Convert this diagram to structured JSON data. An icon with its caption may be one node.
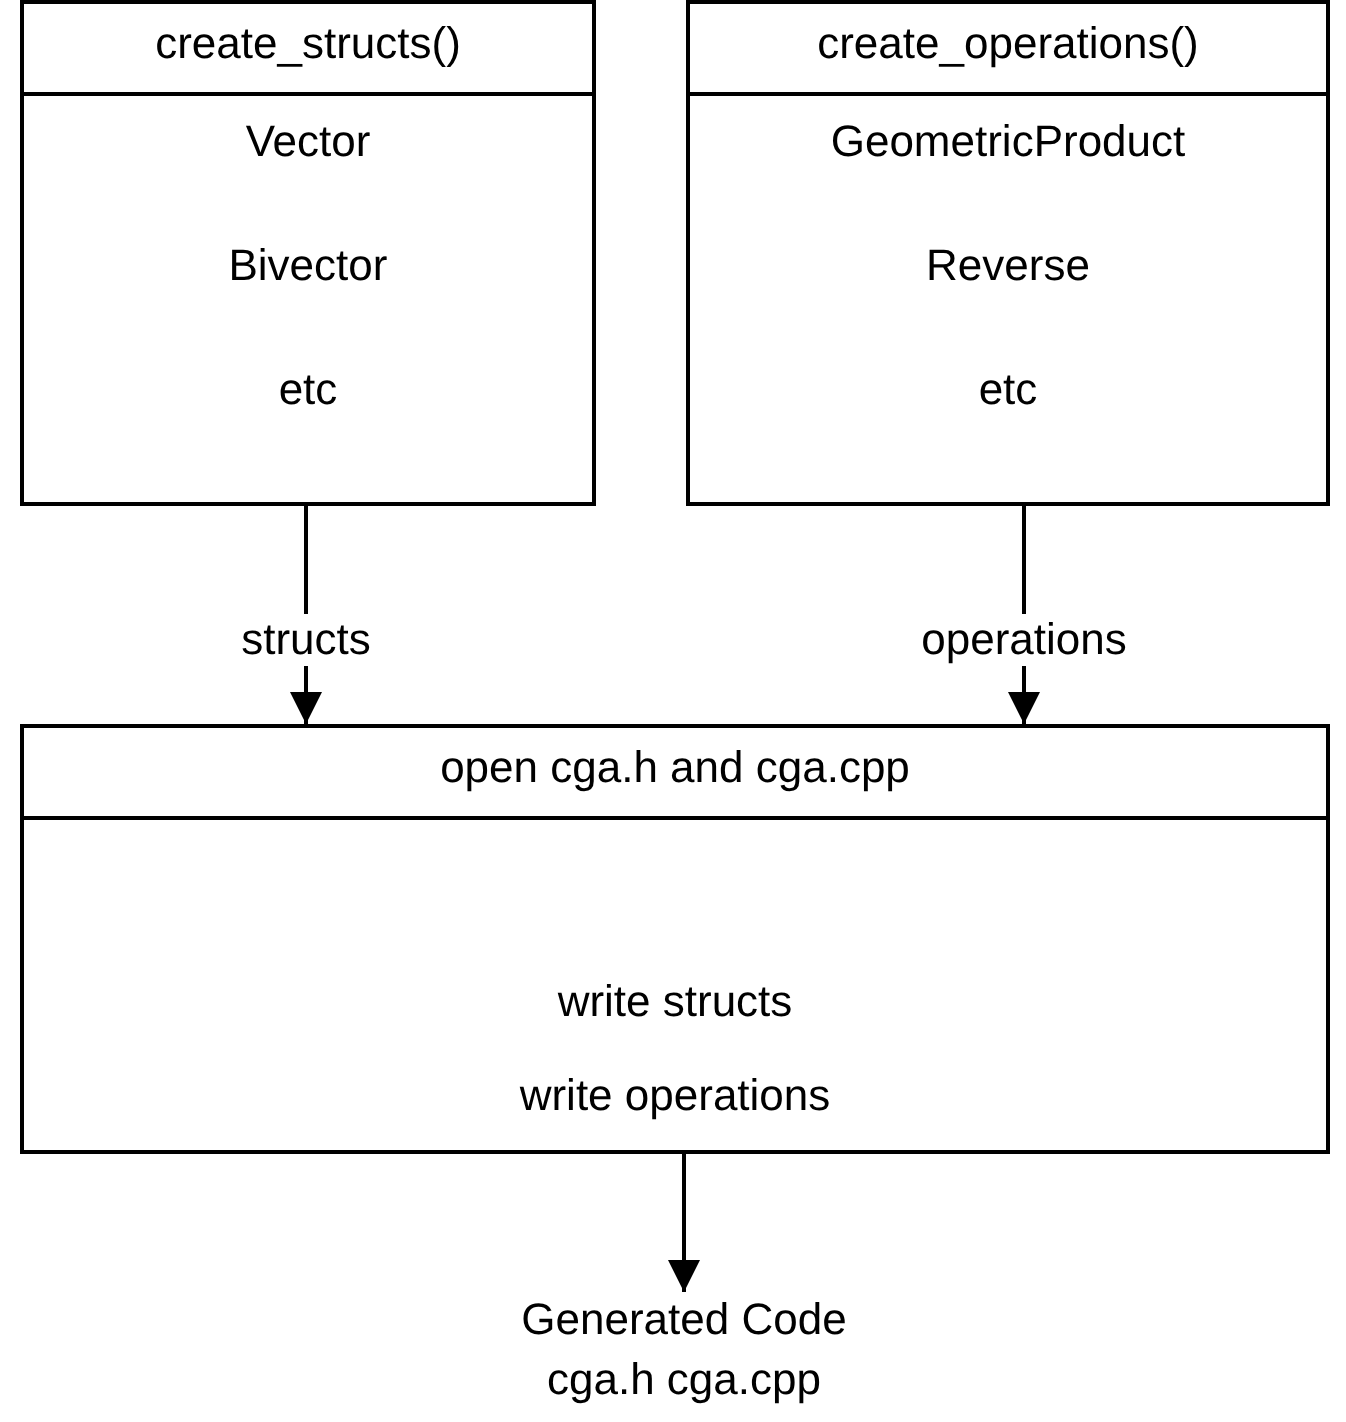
{
  "diagram": {
    "nodes": [
      {
        "text": [
          "create_structs()",
          "Vector",
          "Bivector",
          "etc"
        ]
      },
      {
        "text": [
          "create_operations()",
          "GeometricProduct",
          "Reverse",
          "etc"
        ]
      },
      {
        "text": [
          "open cga.h and cga.cpp",
          "write structs",
          "write operations"
        ]
      },
      {
        "text": [
          "Generated Code",
          "cga.h cga.cpp"
        ]
      }
    ],
    "edges": [
      {
        "from": 0,
        "to": 2,
        "arrow": "to",
        "label": "structs"
      },
      {
        "from": 1,
        "to": 2,
        "arrow": "to",
        "label": "operations"
      },
      {
        "from": 2,
        "to": 3,
        "arrow": "to"
      }
    ]
  }
}
